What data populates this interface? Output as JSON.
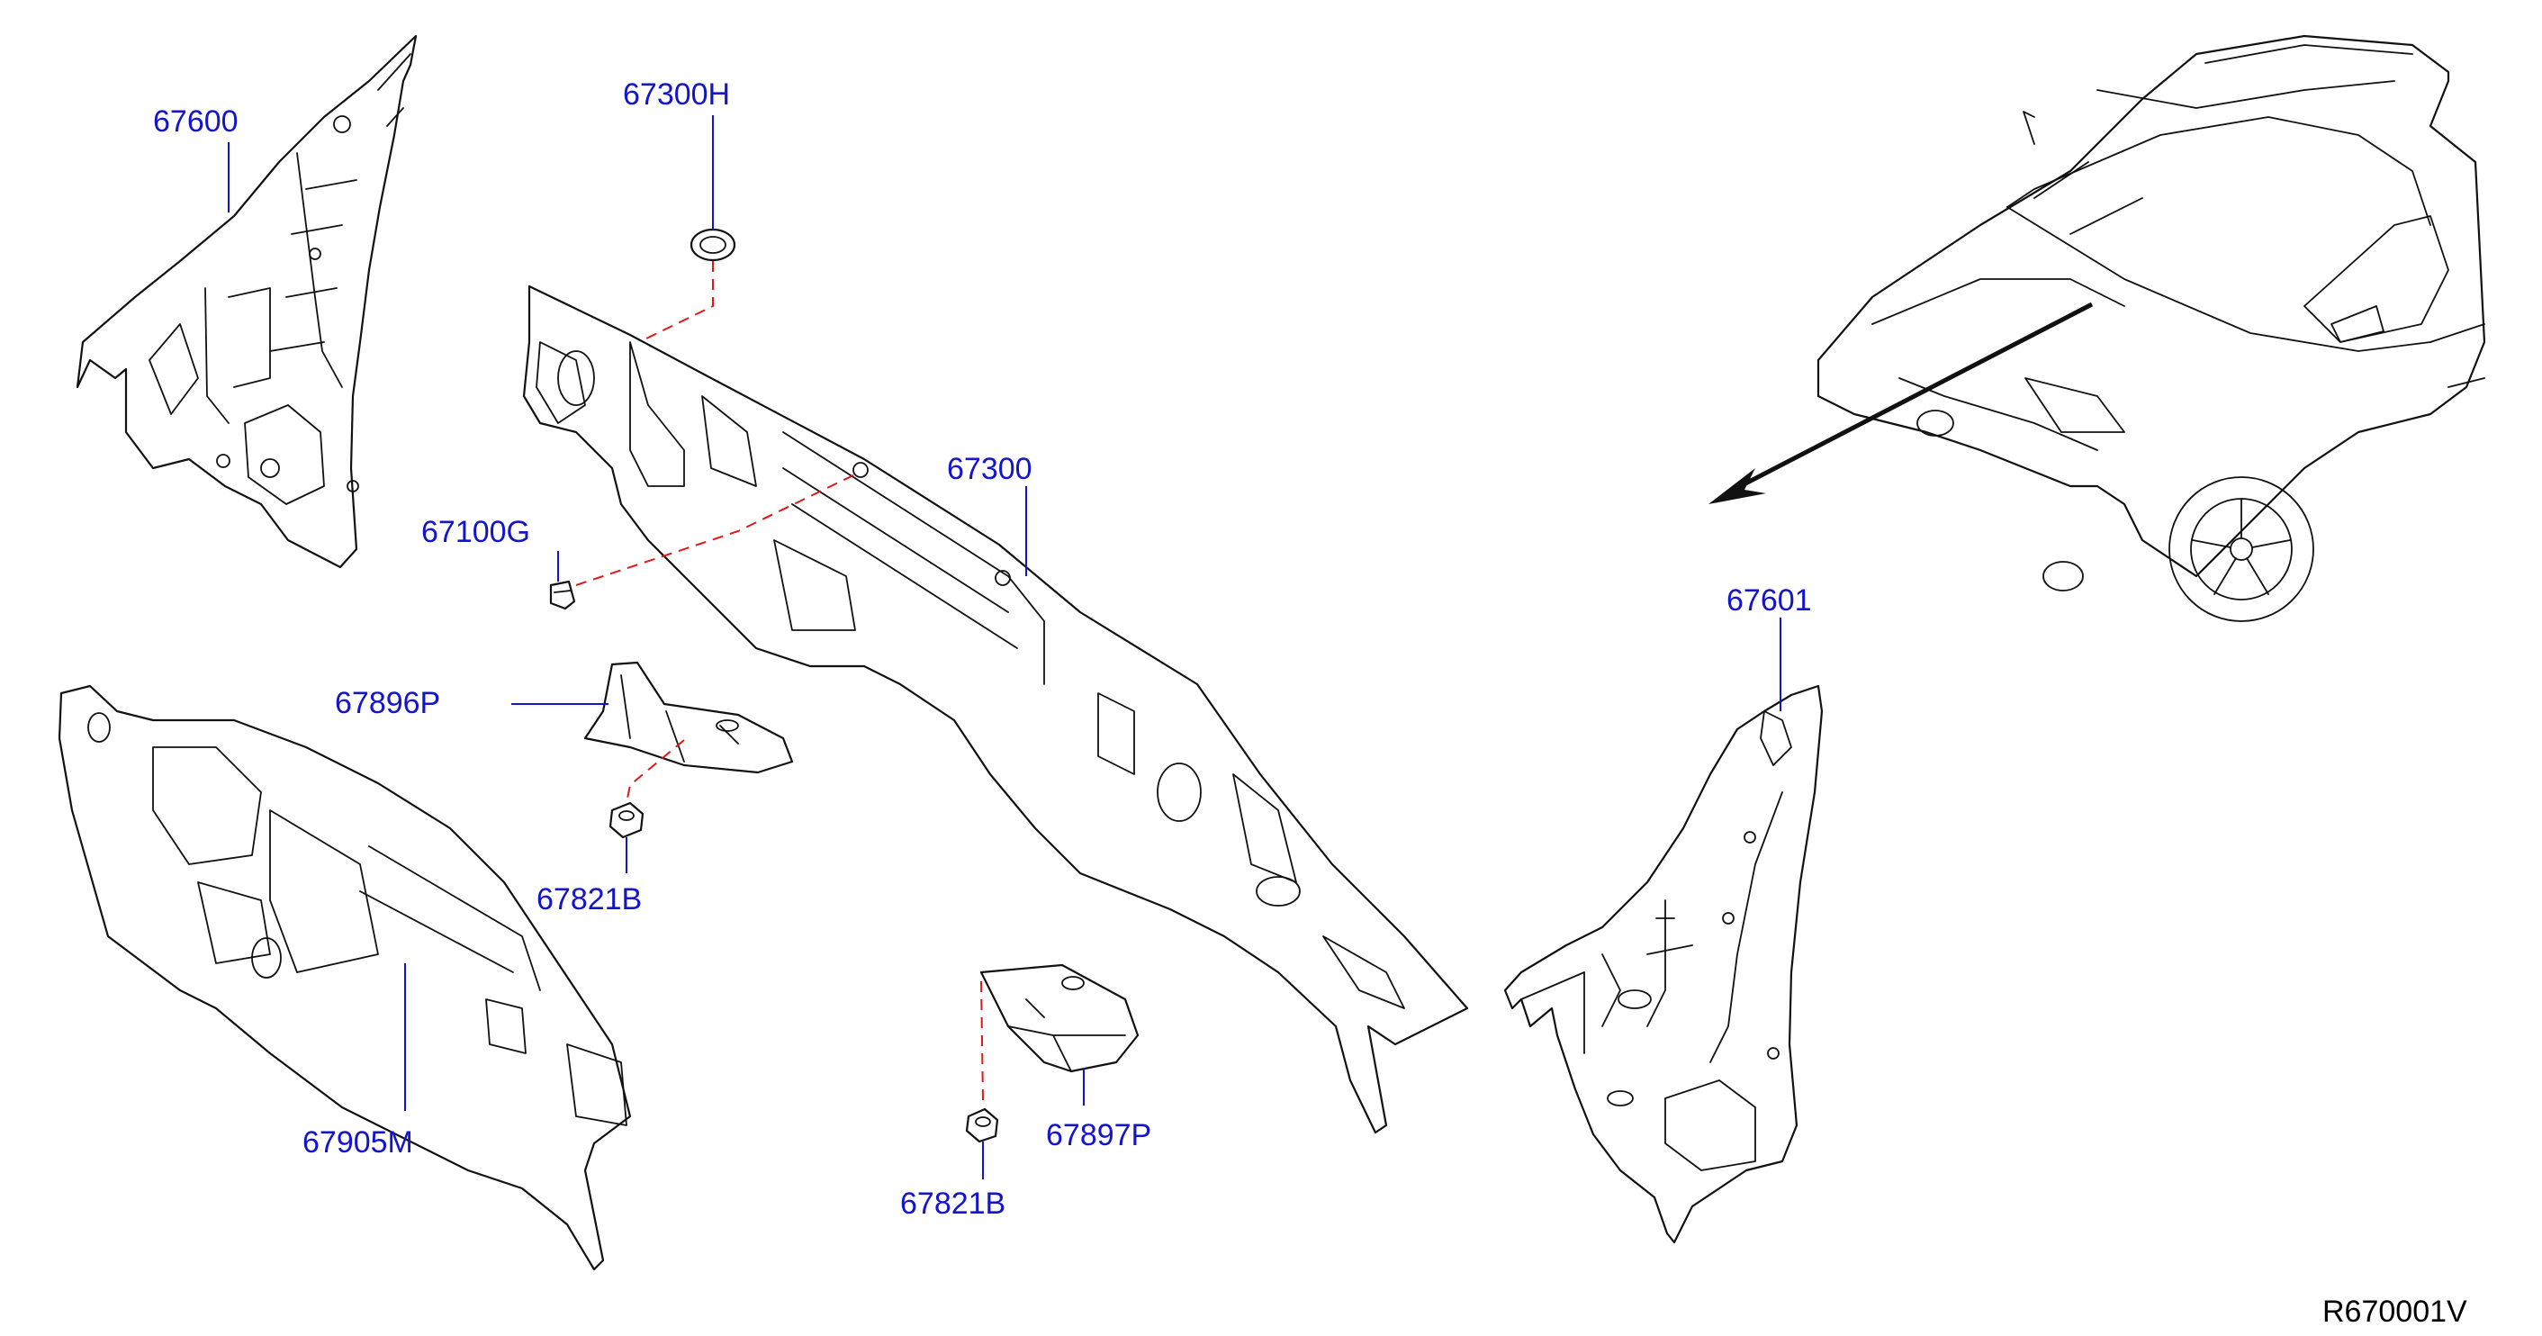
{
  "diagram": {
    "reference_code": "R670001V",
    "colors": {
      "label": "#1414cc",
      "line": "#111111",
      "dash_leader": "#e01818",
      "background": "#ffffff"
    },
    "parts": {
      "p67600": "67600",
      "p67300H": "67300H",
      "p67300": "67300",
      "p67100G": "67100G",
      "p67896P": "67896P",
      "p67821B_upper": "67821B",
      "p67905M": "67905M",
      "p67821B_lower": "67821B",
      "p67897P": "67897P",
      "p67601": "67601"
    }
  }
}
